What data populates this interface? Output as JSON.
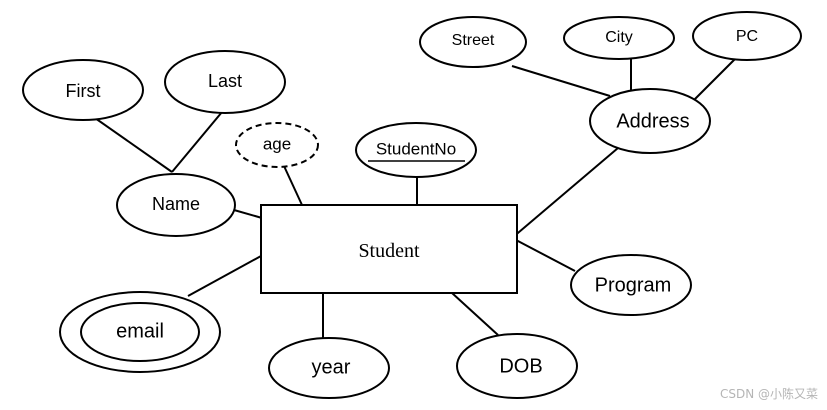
{
  "diagram": {
    "entity": {
      "label": "Student"
    },
    "attributes": {
      "first": "First",
      "last": "Last",
      "name": "Name",
      "age": "age",
      "student_no": "StudentNo",
      "street": "Street",
      "city": "City",
      "pc": "PC",
      "address": "Address",
      "program": "Program",
      "dob": "DOB",
      "year": "year",
      "email": "email"
    },
    "attribute_kinds": {
      "age": "derived",
      "student_no": "key",
      "email": "multivalued",
      "name": "composite",
      "address": "composite"
    }
  },
  "watermark": "CSDN @小陈又菜"
}
